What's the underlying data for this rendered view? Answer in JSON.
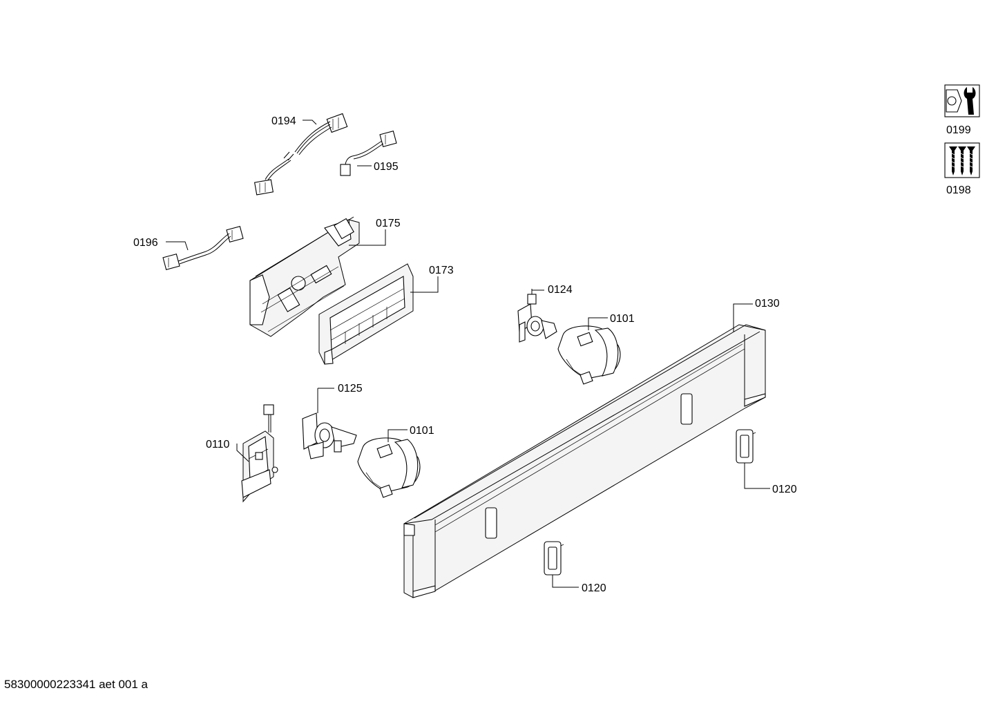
{
  "labels": {
    "p0194": "0194",
    "p0195": "0195",
    "p0196": "0196",
    "p0175": "0175",
    "p0173": "0173",
    "p0124": "0124",
    "p0101_top": "0101",
    "p0130": "0130",
    "p0125": "0125",
    "p0101_bottom": "0101",
    "p0110": "0110",
    "p0120_right": "0120",
    "p0120_bottom": "0120",
    "p0199": "0199",
    "p0198": "0198"
  },
  "icons": {
    "p0199": "wrench-nut-icon",
    "p0198": "screws-icon"
  },
  "footer": "58300000223341 aet 001 a"
}
